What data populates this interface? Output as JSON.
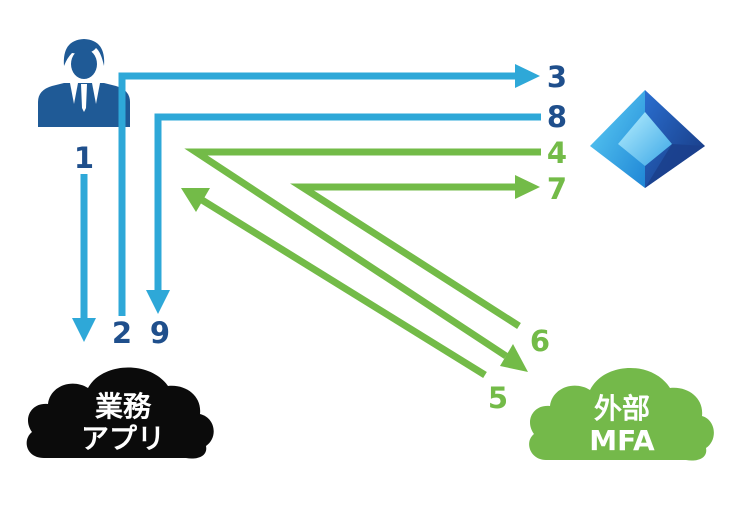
{
  "colors": {
    "blue_arrow": "#2ea8d8",
    "green_arrow": "#73bb48",
    "blue_number": "#1f4f8c",
    "green_number": "#73bb48",
    "user_icon": "#1f5a96",
    "black_cloud": "#0b0b0b",
    "green_cloud": "#74b94a"
  },
  "steps": {
    "s1": "1",
    "s2": "2",
    "s3": "3",
    "s4": "4",
    "s5": "5",
    "s6": "6",
    "s7": "7",
    "s8": "8",
    "s9": "9"
  },
  "business_app": {
    "line1": "業務",
    "line2": "アプリ"
  },
  "external_mfa": {
    "line1": "外部",
    "line2": "MFA"
  },
  "icons": {
    "user": "user-icon",
    "identity_provider": "entra-id-pyramid-icon"
  }
}
